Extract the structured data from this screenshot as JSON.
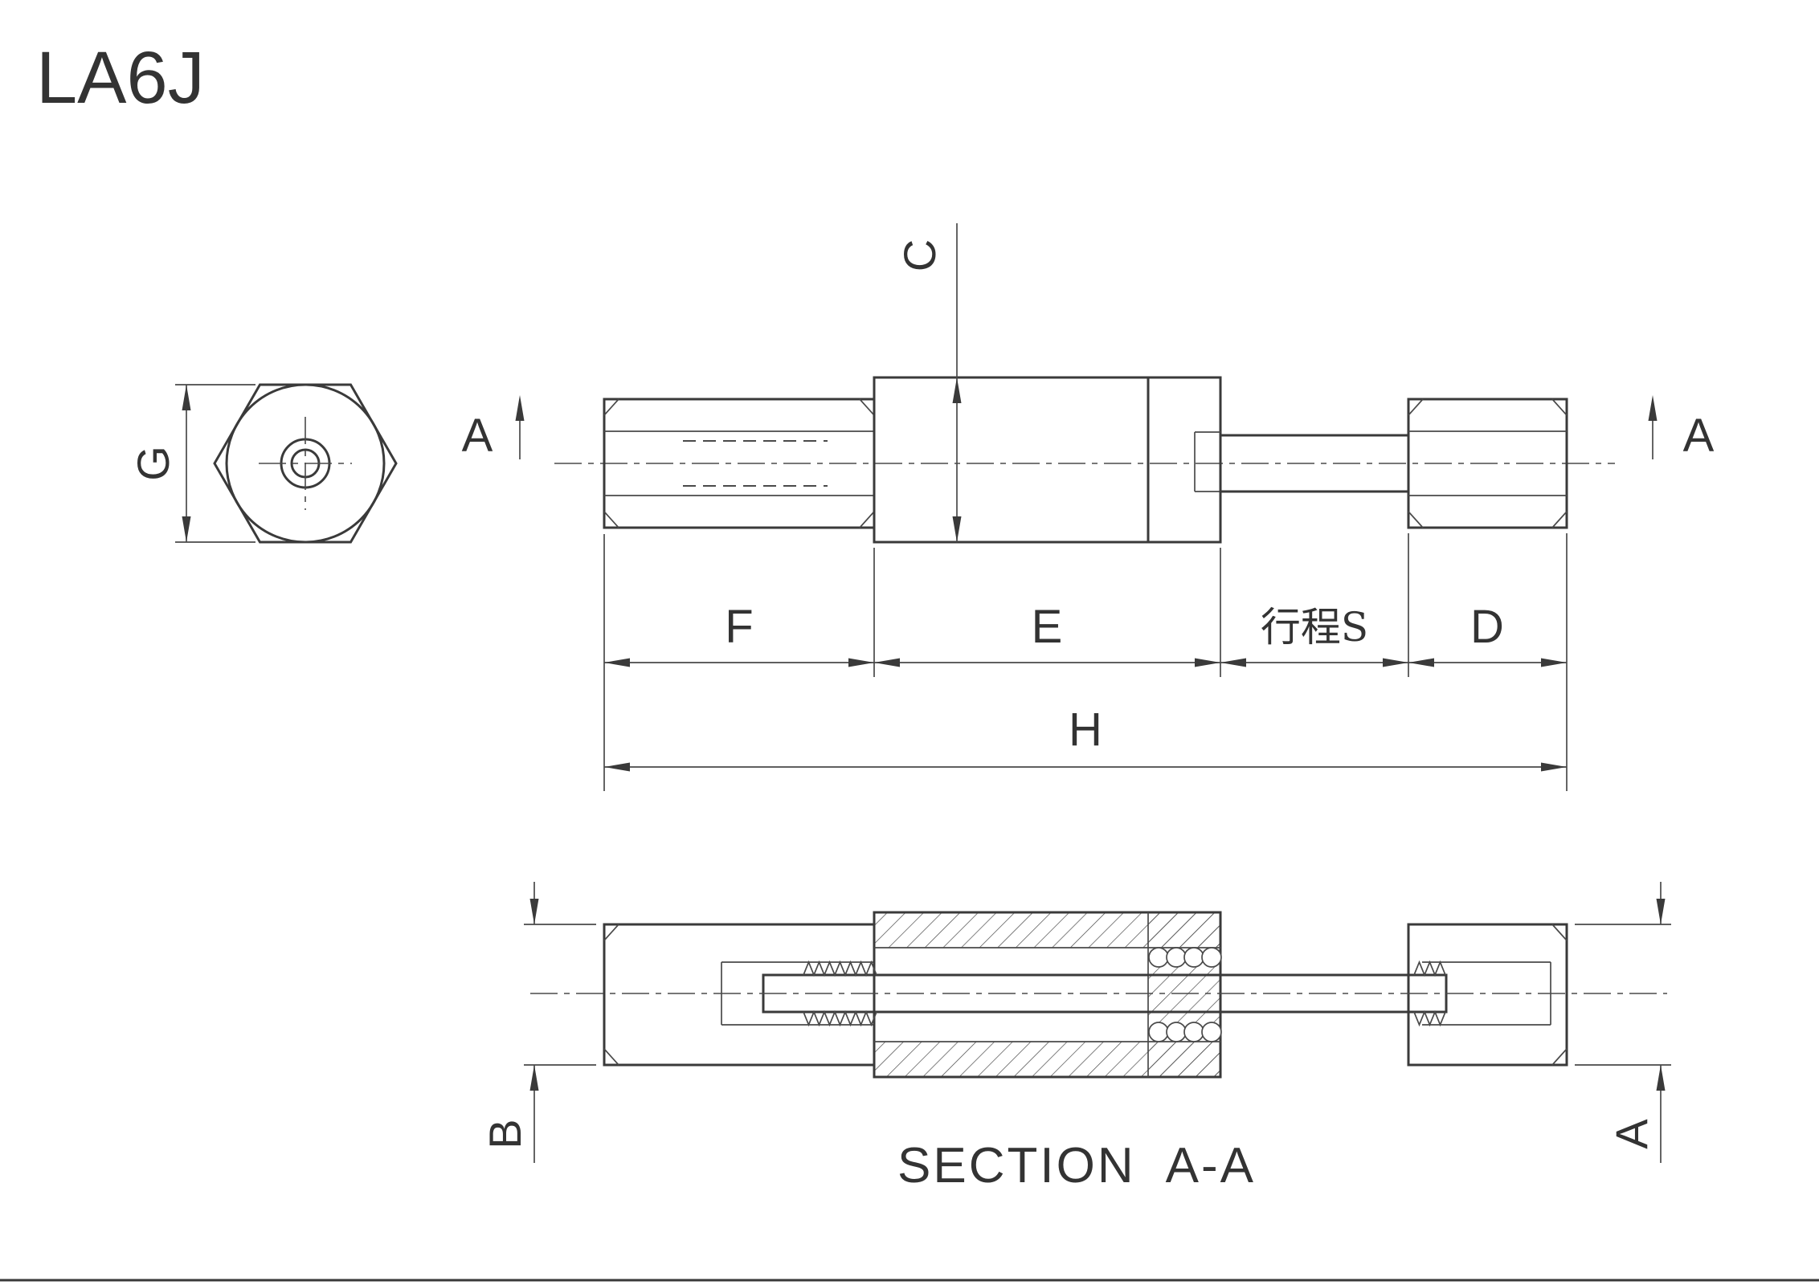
{
  "title": "LA6J",
  "colors": {
    "line": "#3a3a3a",
    "thin_line": "#4a4a4a",
    "background": "#ffffff"
  },
  "end_view": {
    "width_label": "G"
  },
  "side_view": {
    "section_label_left": "A",
    "section_label_right": "A",
    "diameter_label": "C"
  },
  "dimensions": {
    "thread_length": "F",
    "body_length": "E",
    "stroke_length": "行程S",
    "rod_thread_length": "D",
    "overall_length": "H"
  },
  "section_view": {
    "body_flats_label": "B",
    "rod_flats_label": "A",
    "caption": "SECTION  A-A"
  }
}
